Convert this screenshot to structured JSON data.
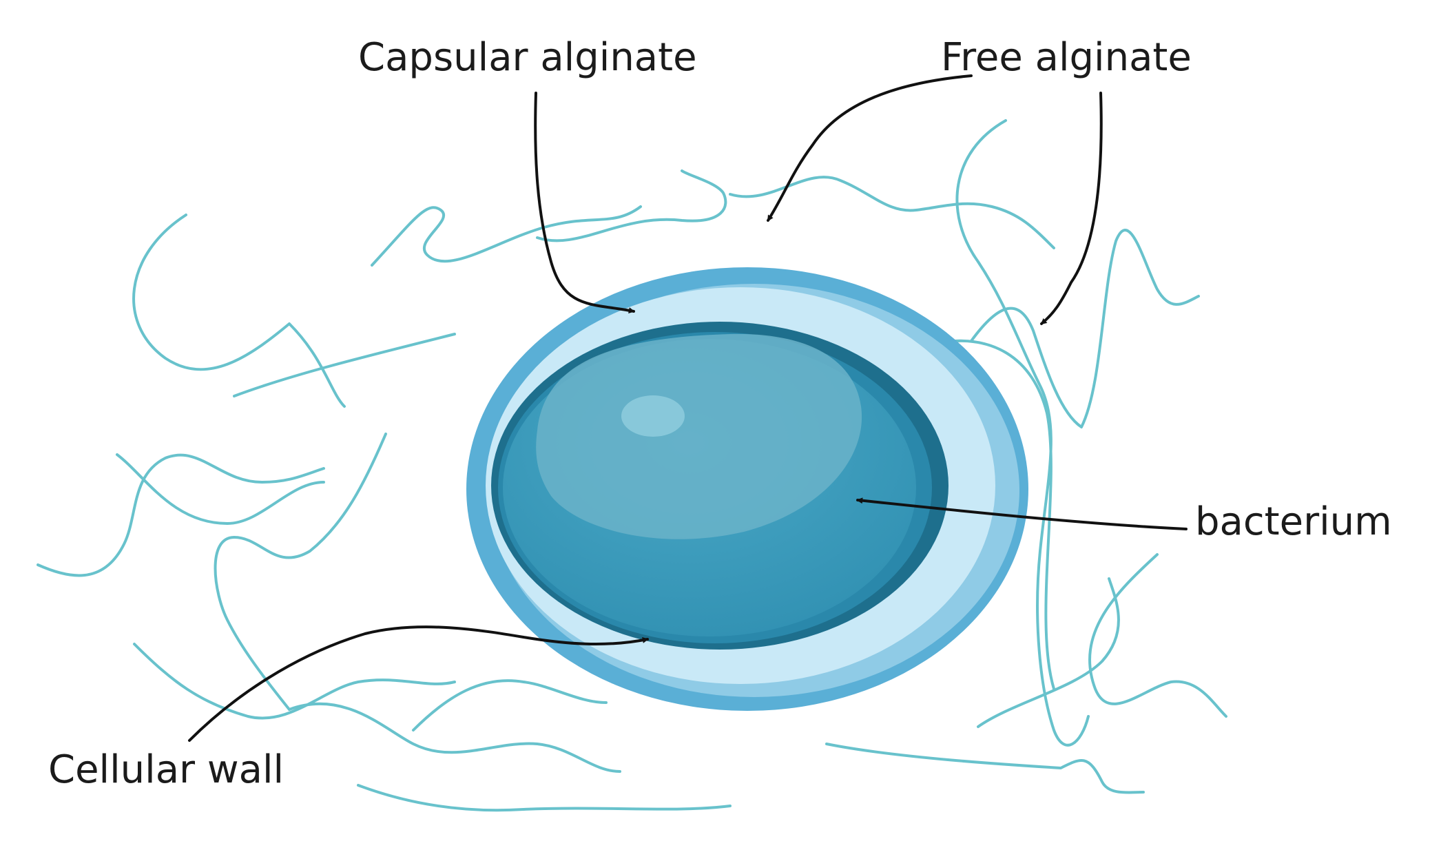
{
  "labels": {
    "capsular_alginate": "Capsular alginate",
    "free_alginate": "Free alginate",
    "bacterium": "bacterium",
    "cellular_wall": "Cellular wall"
  },
  "colors": {
    "fiber": "#68c2cc",
    "outer_capsule": "#5aafd6",
    "capsule_mid": "#8fcbe6",
    "capsule_light": "#c9e9f7",
    "cell_wall": "#1e6f8d",
    "cell_body": "#3a9cbc",
    "cell_highlight": "#6ab3c9",
    "arrow": "#111111",
    "text": "#1b1b1b"
  }
}
